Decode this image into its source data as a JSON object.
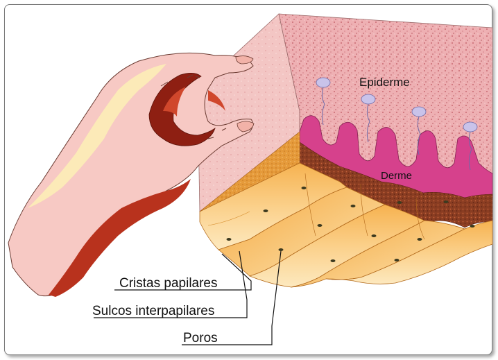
{
  "labels": {
    "epiderme": "Epiderme",
    "derme": "Derme",
    "cristas": "Cristas papilares",
    "sulcos": "Sulcos interpapilares",
    "poros": "Poros"
  },
  "colors": {
    "frame_border": "#7a7a7a",
    "hand_skin": "#f7c9c4",
    "hand_shadow": "#b8321d",
    "hand_highlight": "#fdf3b5",
    "epidermis_pink": "#e9a3a8",
    "epidermis_dots": "#c96a72",
    "dermis_magenta": "#d63a86",
    "dermis_brown": "#7a3522",
    "ridge_orange": "#f5b24a",
    "ridge_light": "#fde3a8",
    "pore_dark": "#3d3a1f",
    "receptor_lilac": "#c9c3ea"
  }
}
